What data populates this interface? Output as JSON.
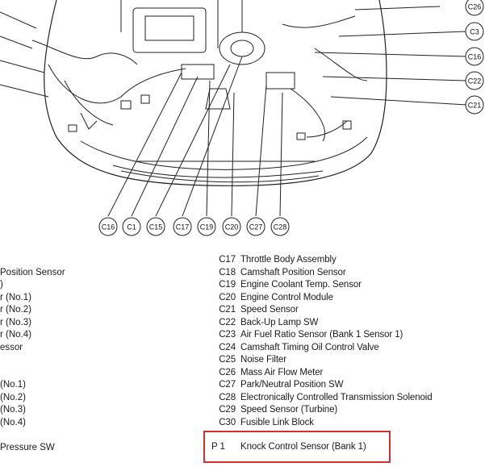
{
  "diagram": {
    "right_callouts": [
      "C26",
      "C3",
      "C16",
      "C22",
      "C21"
    ],
    "bottom_callouts": [
      "C16",
      "C1",
      "C15",
      "C17",
      "C19",
      "C20",
      "C27",
      "C28"
    ]
  },
  "left_fragments": [
    "Position Sensor",
    ")",
    "r (No.1)",
    "r (No.2)",
    "r (No.3)",
    "r (No.4)",
    "essor",
    "",
    "(No.1)",
    "(No.2)",
    "(No.3)",
    "(No.4)",
    "Pressure SW"
  ],
  "legend": [
    {
      "code": "C17",
      "label": "Throttle Body Assembly"
    },
    {
      "code": "C18",
      "label": "Camshaft Position Sensor"
    },
    {
      "code": "C19",
      "label": "Engine Coolant Temp. Sensor"
    },
    {
      "code": "C20",
      "label": "Engine Control Module"
    },
    {
      "code": "C21",
      "label": "Speed Sensor"
    },
    {
      "code": "C22",
      "label": "Back-Up Lamp SW"
    },
    {
      "code": "C23",
      "label": "Air Fuel Ratio Sensor (Bank 1 Sensor 1)"
    },
    {
      "code": "C24",
      "label": "Camshaft Timing Oil Control Valve"
    },
    {
      "code": "C25",
      "label": "Noise Filter"
    },
    {
      "code": "C26",
      "label": "Mass Air Flow Meter"
    },
    {
      "code": "C27",
      "label": "Park/Neutral Position SW"
    },
    {
      "code": "C28",
      "label": "Electronically Controlled Transmission Solenoid"
    },
    {
      "code": "C29",
      "label": "Speed Sensor (Turbine)"
    },
    {
      "code": "C30",
      "label": "Fusible Link Block"
    }
  ],
  "highlight": {
    "code": "P  1",
    "label": "Knock Control Sensor (Bank 1)"
  },
  "colors": {
    "highlight_border": "#d0302f",
    "line": "#222222"
  }
}
